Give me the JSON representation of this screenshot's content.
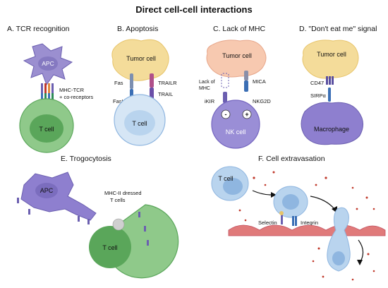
{
  "title": "Direct cell-cell interactions",
  "panels": {
    "a": {
      "heading": "A. TCR recognition",
      "apc": "APC",
      "tcell": "T cell",
      "mhc_tcr": "MHC-TCR",
      "coreceptors": "+ co-receptors"
    },
    "b": {
      "heading": "B. Apoptosis",
      "tumor": "Tumor cell",
      "tcell": "T cell",
      "fas": "Fas",
      "fasl": "FasL",
      "trailr": "TRAILR",
      "trail": "TRAIL"
    },
    "c": {
      "heading": "C. Lack of MHC",
      "tumor": "Tumor cell",
      "nk": "NK cell",
      "lack1": "Lack of",
      "lack2": "MHC",
      "mica": "MICA",
      "ikir": "iKIR",
      "nkg2d": "NKG2D",
      "minus": "-",
      "plus": "+"
    },
    "d": {
      "heading": "D. \"Don't eat me\" signal",
      "tumor": "Tumor cell",
      "macrophage": "Macrophage",
      "cd47": "CD47",
      "sirpa": "SIRPα"
    },
    "e": {
      "heading": "E. Trogocytosis",
      "apc": "APC",
      "tcell": "T cell",
      "dressed1": "MHC-II dressed",
      "dressed2": "T cells"
    },
    "f": {
      "heading": "F. Cell extravasation",
      "tcell": "T cell",
      "selectin": "Selectin",
      "integrin": "Integrin"
    }
  },
  "colors": {
    "tcell_outer": "#8fc98a",
    "tcell_inner": "#5aa65a",
    "apc": "#9b8fd0",
    "apc_nucleus": "#6b5fb0",
    "tumor": "#f4dc9a",
    "tumor_inner": "#e7c46a",
    "tcell_blue": "#b9d4ee",
    "tcell_blue_inner": "#8fb6e0",
    "nk": "#9a8ed6",
    "nk_inner": "#7566c0",
    "macrophage": "#8e7fcf",
    "macrophage_inner": "#6b5fb0",
    "endothelium": "#e07a7a",
    "rbc": "#c0392b"
  }
}
